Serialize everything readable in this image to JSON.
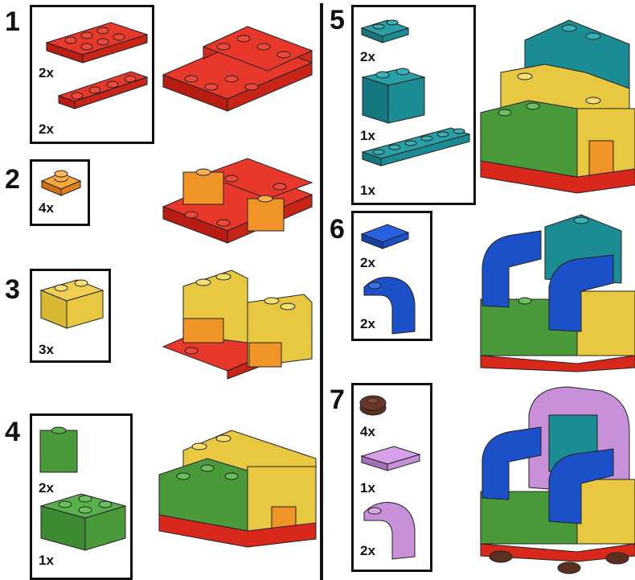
{
  "steps": [
    {
      "number": "1",
      "parts": [
        {
          "qty": "2x"
        },
        {
          "qty": "2x"
        }
      ]
    },
    {
      "number": "2",
      "parts": [
        {
          "qty": "4x"
        }
      ]
    },
    {
      "number": "3",
      "parts": [
        {
          "qty": "3x"
        }
      ]
    },
    {
      "number": "4",
      "parts": [
        {
          "qty": "2x"
        },
        {
          "qty": "1x"
        }
      ]
    },
    {
      "number": "5",
      "parts": [
        {
          "qty": "2x"
        },
        {
          "qty": "1x"
        },
        {
          "qty": "1x"
        }
      ]
    },
    {
      "number": "6",
      "parts": [
        {
          "qty": "2x"
        },
        {
          "qty": "2x"
        }
      ]
    },
    {
      "number": "7",
      "parts": [
        {
          "qty": "4x"
        },
        {
          "qty": "1x"
        },
        {
          "qty": "2x"
        }
      ]
    }
  ],
  "colors": {
    "red": "#d8281c",
    "orange": "#f0901c",
    "yellow": "#e8c83c",
    "green": "#4a9a3c",
    "teal": "#1c8c94",
    "blue": "#1c50c8",
    "brown": "#5a3020",
    "lavender": "#c890d8"
  }
}
